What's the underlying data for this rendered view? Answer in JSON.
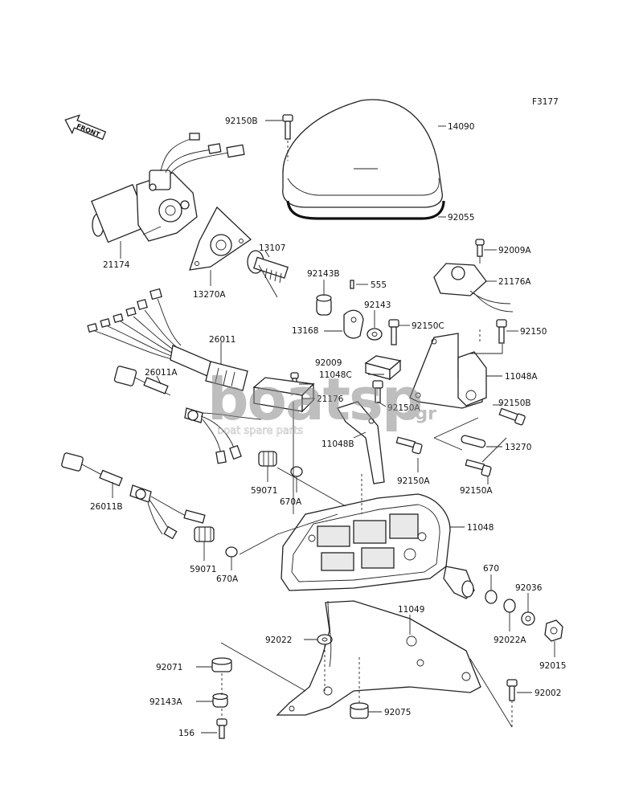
{
  "diagram": {
    "figure_code": "F3177",
    "front_label": "FRONT",
    "watermark": {
      "brand": "boatsp",
      "tld": ".gr",
      "tagline": "boat spare parts"
    },
    "labels": {
      "p92150B_top": "92150B",
      "p14090": "14090",
      "p92055": "92055",
      "p21174": "21174",
      "p13107": "13107",
      "p13270A": "13270A",
      "p92143B": "92143B",
      "p555": "555",
      "p92009A": "92009A",
      "p21176A": "21176A",
      "p92143": "92143",
      "p13168": "13168",
      "p92150C": "92150C",
      "p92150": "92150",
      "p26011": "26011",
      "p92009": "92009",
      "p11048C": "11048C",
      "p11048A": "11048A",
      "p26011A": "26011A",
      "p21176": "21176",
      "p92150A_mid": "92150A",
      "p92150B_right": "92150B",
      "p11048B": "11048B",
      "p13270": "13270",
      "p92150A_low1": "92150A",
      "p92150A_low2": "92150A",
      "p59071_top": "59071",
      "p670A_top": "670A",
      "p26011B": "26011B",
      "p11048": "11048",
      "p59071_low": "59071",
      "p670A_low": "670A",
      "p670": "670",
      "p92036": "92036",
      "p11049": "11049",
      "p92022": "92022",
      "p92022A": "92022A",
      "p92015": "92015",
      "p92071": "92071",
      "p92002": "92002",
      "p92143A": "92143A",
      "p92075": "92075",
      "p156": "156"
    }
  }
}
